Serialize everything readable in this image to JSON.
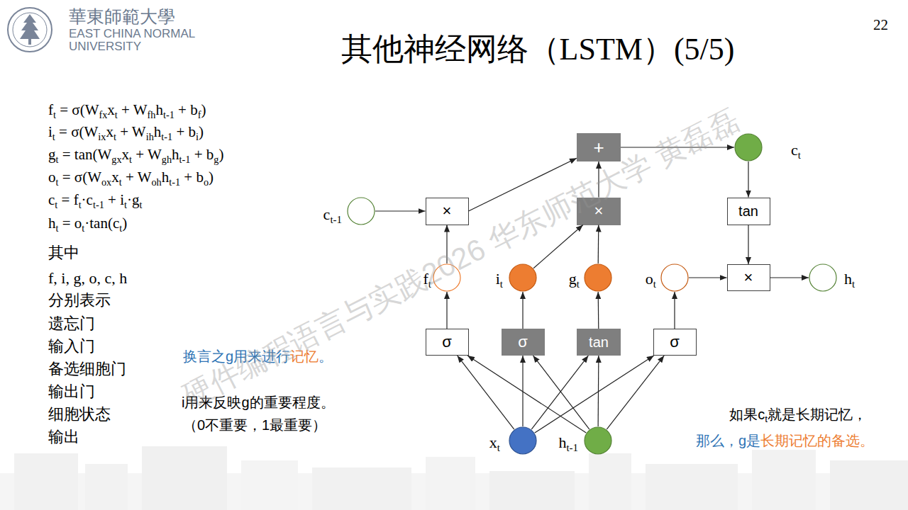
{
  "diagram": {
    "title": "其他神经网络（LSTM）(5/5)",
    "nodes": [
      {
        "text": [
          "+"
        ]
      },
      {
        "text": [
          "ct"
        ]
      },
      {
        "text": [
          "ct-1"
        ]
      },
      {
        "text": [
          "×"
        ]
      },
      {
        "text": [
          "×"
        ]
      },
      {
        "text": [
          "tan"
        ]
      },
      {
        "text": [
          "ft"
        ]
      },
      {
        "text": [
          "it"
        ]
      },
      {
        "text": [
          "gt"
        ]
      },
      {
        "text": [
          "ot"
        ]
      },
      {
        "text": [
          "×"
        ]
      },
      {
        "text": [
          "ht"
        ]
      },
      {
        "text": [
          "σ"
        ]
      },
      {
        "text": [
          "σ"
        ]
      },
      {
        "text": [
          "tan"
        ]
      },
      {
        "text": [
          "σ"
        ]
      },
      {
        "text": [
          "xt"
        ]
      },
      {
        "text": [
          "ht-1"
        ]
      }
    ],
    "edges": [
      {
        "from": 2,
        "to": 3,
        "arrow": "to"
      },
      {
        "from": 3,
        "to": 0,
        "arrow": "to"
      },
      {
        "from": 6,
        "to": 3,
        "arrow": "to"
      },
      {
        "from": 7,
        "to": 4,
        "arrow": "to"
      },
      {
        "from": 8,
        "to": 4,
        "arrow": "to"
      },
      {
        "from": 4,
        "to": 0,
        "arrow": "to"
      },
      {
        "from": 0,
        "to": 1,
        "arrow": "to"
      },
      {
        "from": 1,
        "to": 5,
        "arrow": "to"
      },
      {
        "from": 5,
        "to": 10,
        "arrow": "to"
      },
      {
        "from": 9,
        "to": 10,
        "arrow": "to"
      },
      {
        "from": 10,
        "to": 11,
        "arrow": "to"
      },
      {
        "from": 12,
        "to": 6,
        "arrow": "to"
      },
      {
        "from": 13,
        "to": 7,
        "arrow": "to"
      },
      {
        "from": 14,
        "to": 8,
        "arrow": "to"
      },
      {
        "from": 15,
        "to": 9,
        "arrow": "to"
      },
      {
        "from": 16,
        "to": 12,
        "arrow": "to"
      },
      {
        "from": 16,
        "to": 13,
        "arrow": "to"
      },
      {
        "from": 16,
        "to": 14,
        "arrow": "to"
      },
      {
        "from": 16,
        "to": 15,
        "arrow": "to"
      },
      {
        "from": 17,
        "to": 12,
        "arrow": "to"
      },
      {
        "from": 17,
        "to": 13,
        "arrow": "to"
      },
      {
        "from": 17,
        "to": 14,
        "arrow": "to"
      },
      {
        "from": 17,
        "to": 15,
        "arrow": "to"
      }
    ],
    "labels": [
      "華東師範大學",
      "EAST CHINA NORMAL UNIVERSITY",
      "22",
      "ft = σ(Wfxxt + Wfhht-1 + bf)",
      "it = σ(Wixxt + Wihht-1 + bi)",
      "gt = tan(Wgxxt + Wghht-1 + bg)",
      "ot = σ(Woxxt + Wohht-1 + bo)",
      "ct = ft·ct-1 + it·gt",
      "ht = ot·tan(ct)",
      "其中",
      "f, i, g, o, c, h",
      "分别表示",
      "遗忘门",
      "输入门",
      "备选细胞门",
      "输出门",
      "细胞状态",
      "输出",
      "换言之g用来进行记忆。",
      "i用来反映g的重要程度。",
      "（0不重要，1最重要）",
      "如果ct就是长期记忆，",
      "那么，g是长期记忆的备选。",
      "硬件编程语言与实践2026 华东师范大学 黄磊磊"
    ]
  }
}
